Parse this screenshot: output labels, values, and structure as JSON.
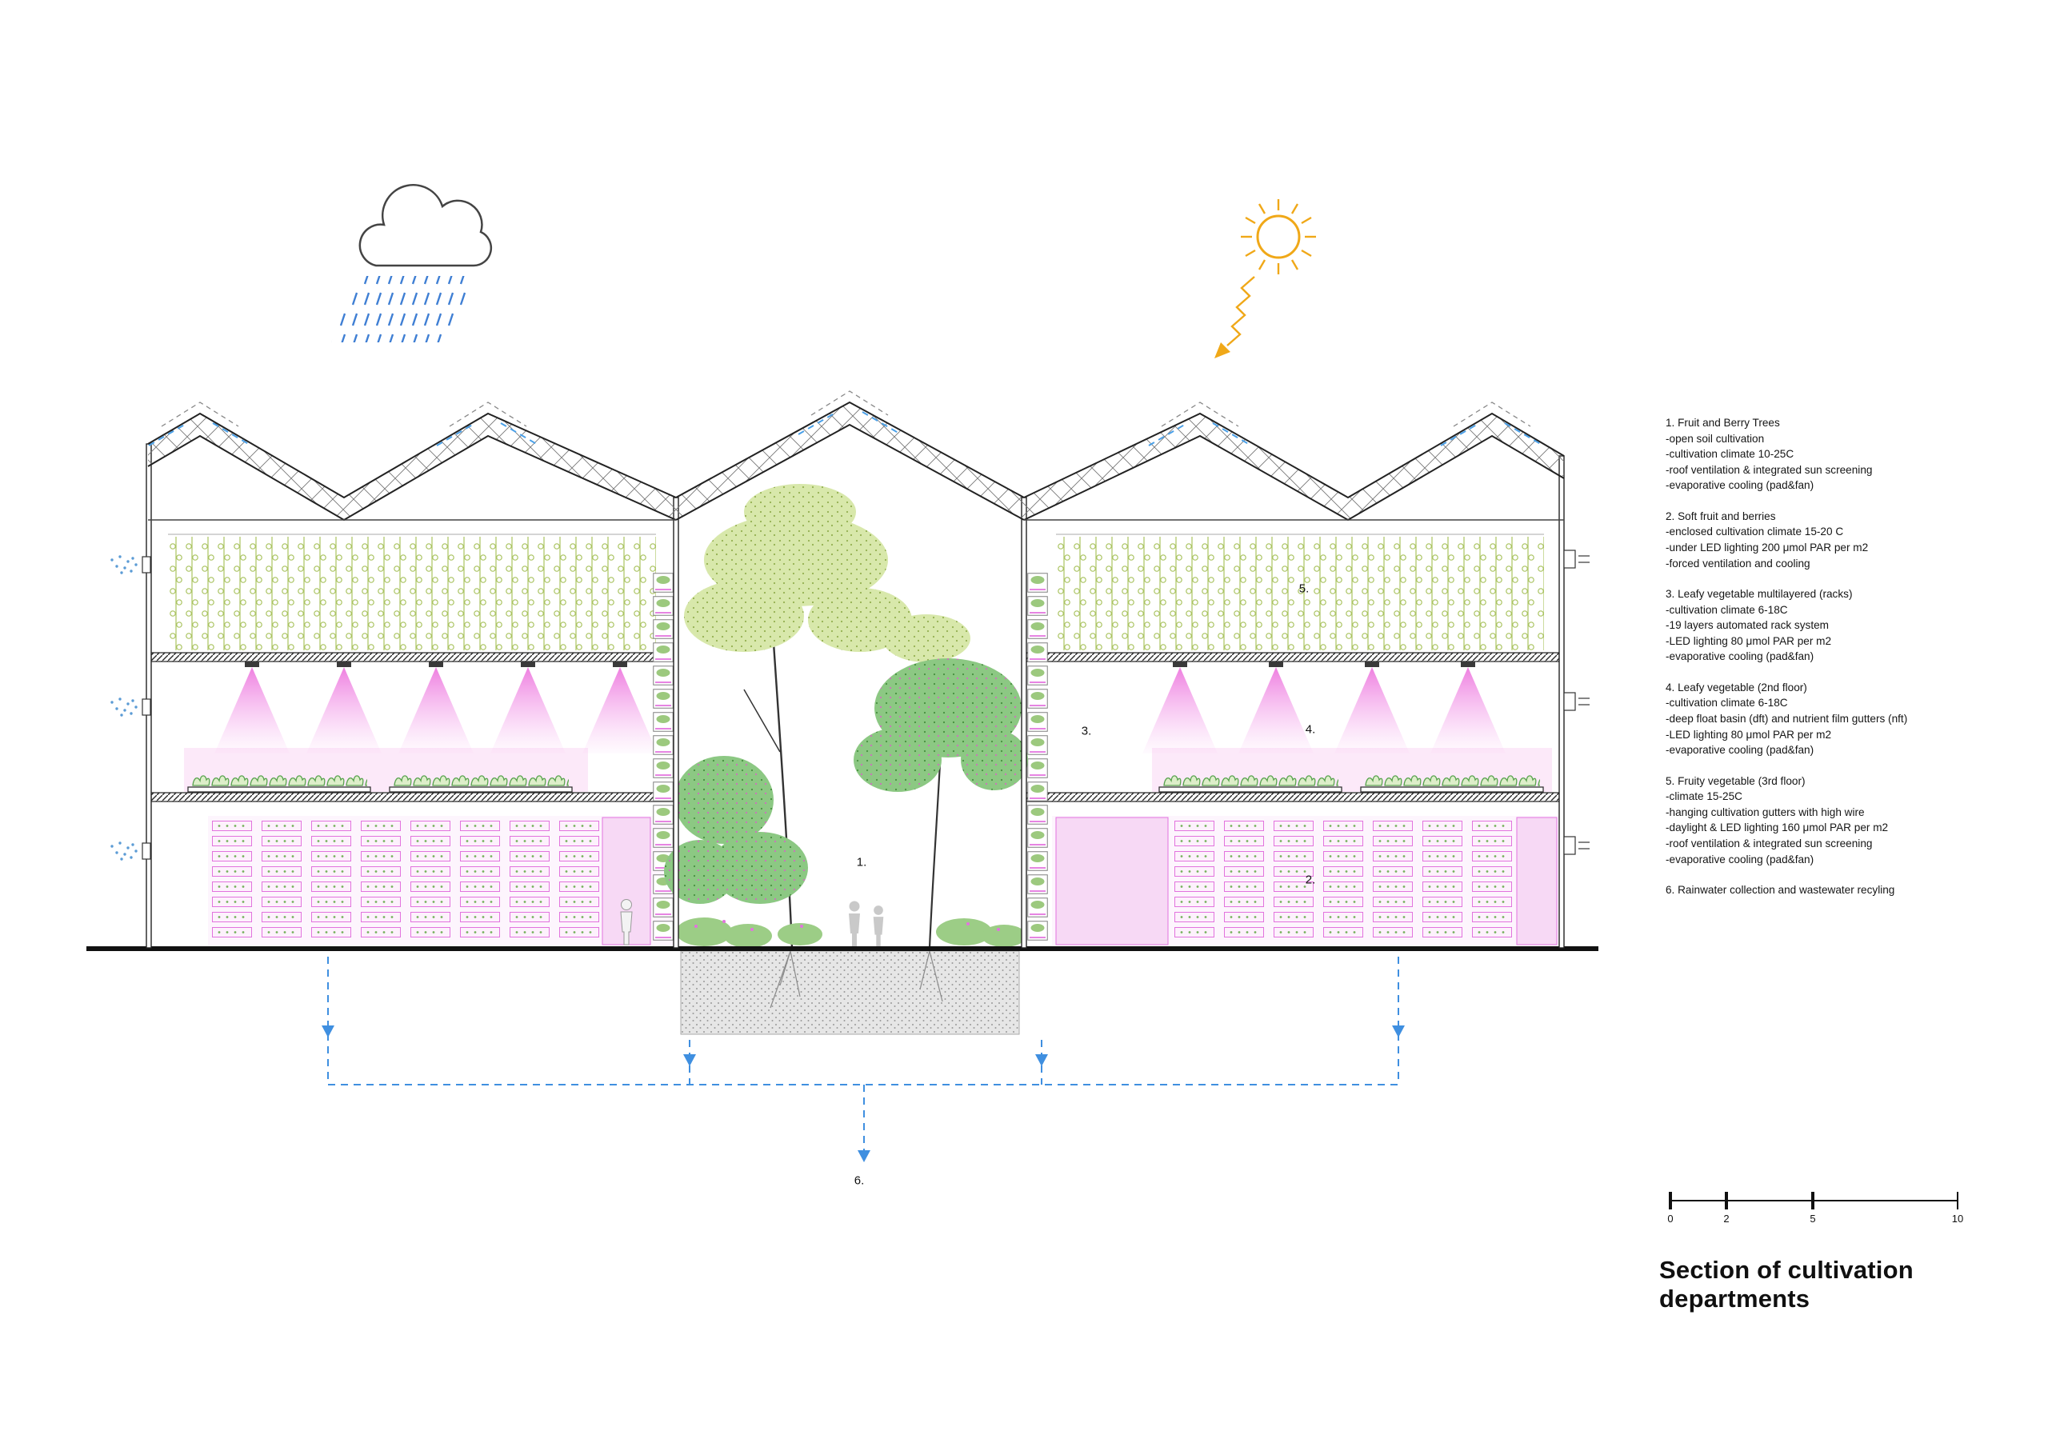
{
  "title": "Section of cultivation departments",
  "drawing_labels": {
    "fruit_trees": "1.",
    "soft_fruit": "2.",
    "racks": "3.",
    "leafy_2nd": "4.",
    "fruity_3rd": "5.",
    "rainwater": "6."
  },
  "legend": {
    "items": [
      {
        "text": "1. Fruit and Berry Trees\n-open soil cultivation\n-cultivation climate 10-25C\n-roof ventilation & integrated sun screening\n-evaporative cooling (pad&fan)"
      },
      {
        "text": "2. Soft fruit and berries\n-enclosed cultivation climate 15-20 C\n-under LED lighting 200 μmol PAR per m2\n-forced ventilation and cooling"
      },
      {
        "text": "3. Leafy vegetable multilayered (racks)\n-cultivation climate 6-18C\n-19 layers automated rack system\n-LED lighting 80 μmol PAR per m2\n-evaporative cooling (pad&fan)"
      },
      {
        "text": "4. Leafy vegetable (2nd floor)\n-cultivation climate 6-18C\n-deep float basin (dft) and nutrient film gutters (nft)\n-LED lighting 80 μmol PAR per m2\n-evaporative cooling (pad&fan)"
      },
      {
        "text": "5. Fruity vegetable (3rd floor)\n-climate 15-25C\n-hanging cultivation gutters with high wire\n-daylight & LED lighting 160 μmol PAR per m2\n-roof ventilation & integrated sun screening\n-evaporative cooling (pad&fan)"
      },
      {
        "text": "6. Rainwater collection and wastewater recyling"
      }
    ]
  },
  "scale_bar": {
    "ticks": [
      "0",
      "2",
      "5",
      "10"
    ]
  },
  "colors": {
    "accent_pink": "#e273de",
    "plant_green": "#8cc883",
    "light_green": "#a9c35f",
    "rain_blue": "#3f7fd4",
    "collection_blue": "#3f8fe0",
    "sun_orange": "#f0a818",
    "soil_gray": "#e6e6e6"
  }
}
